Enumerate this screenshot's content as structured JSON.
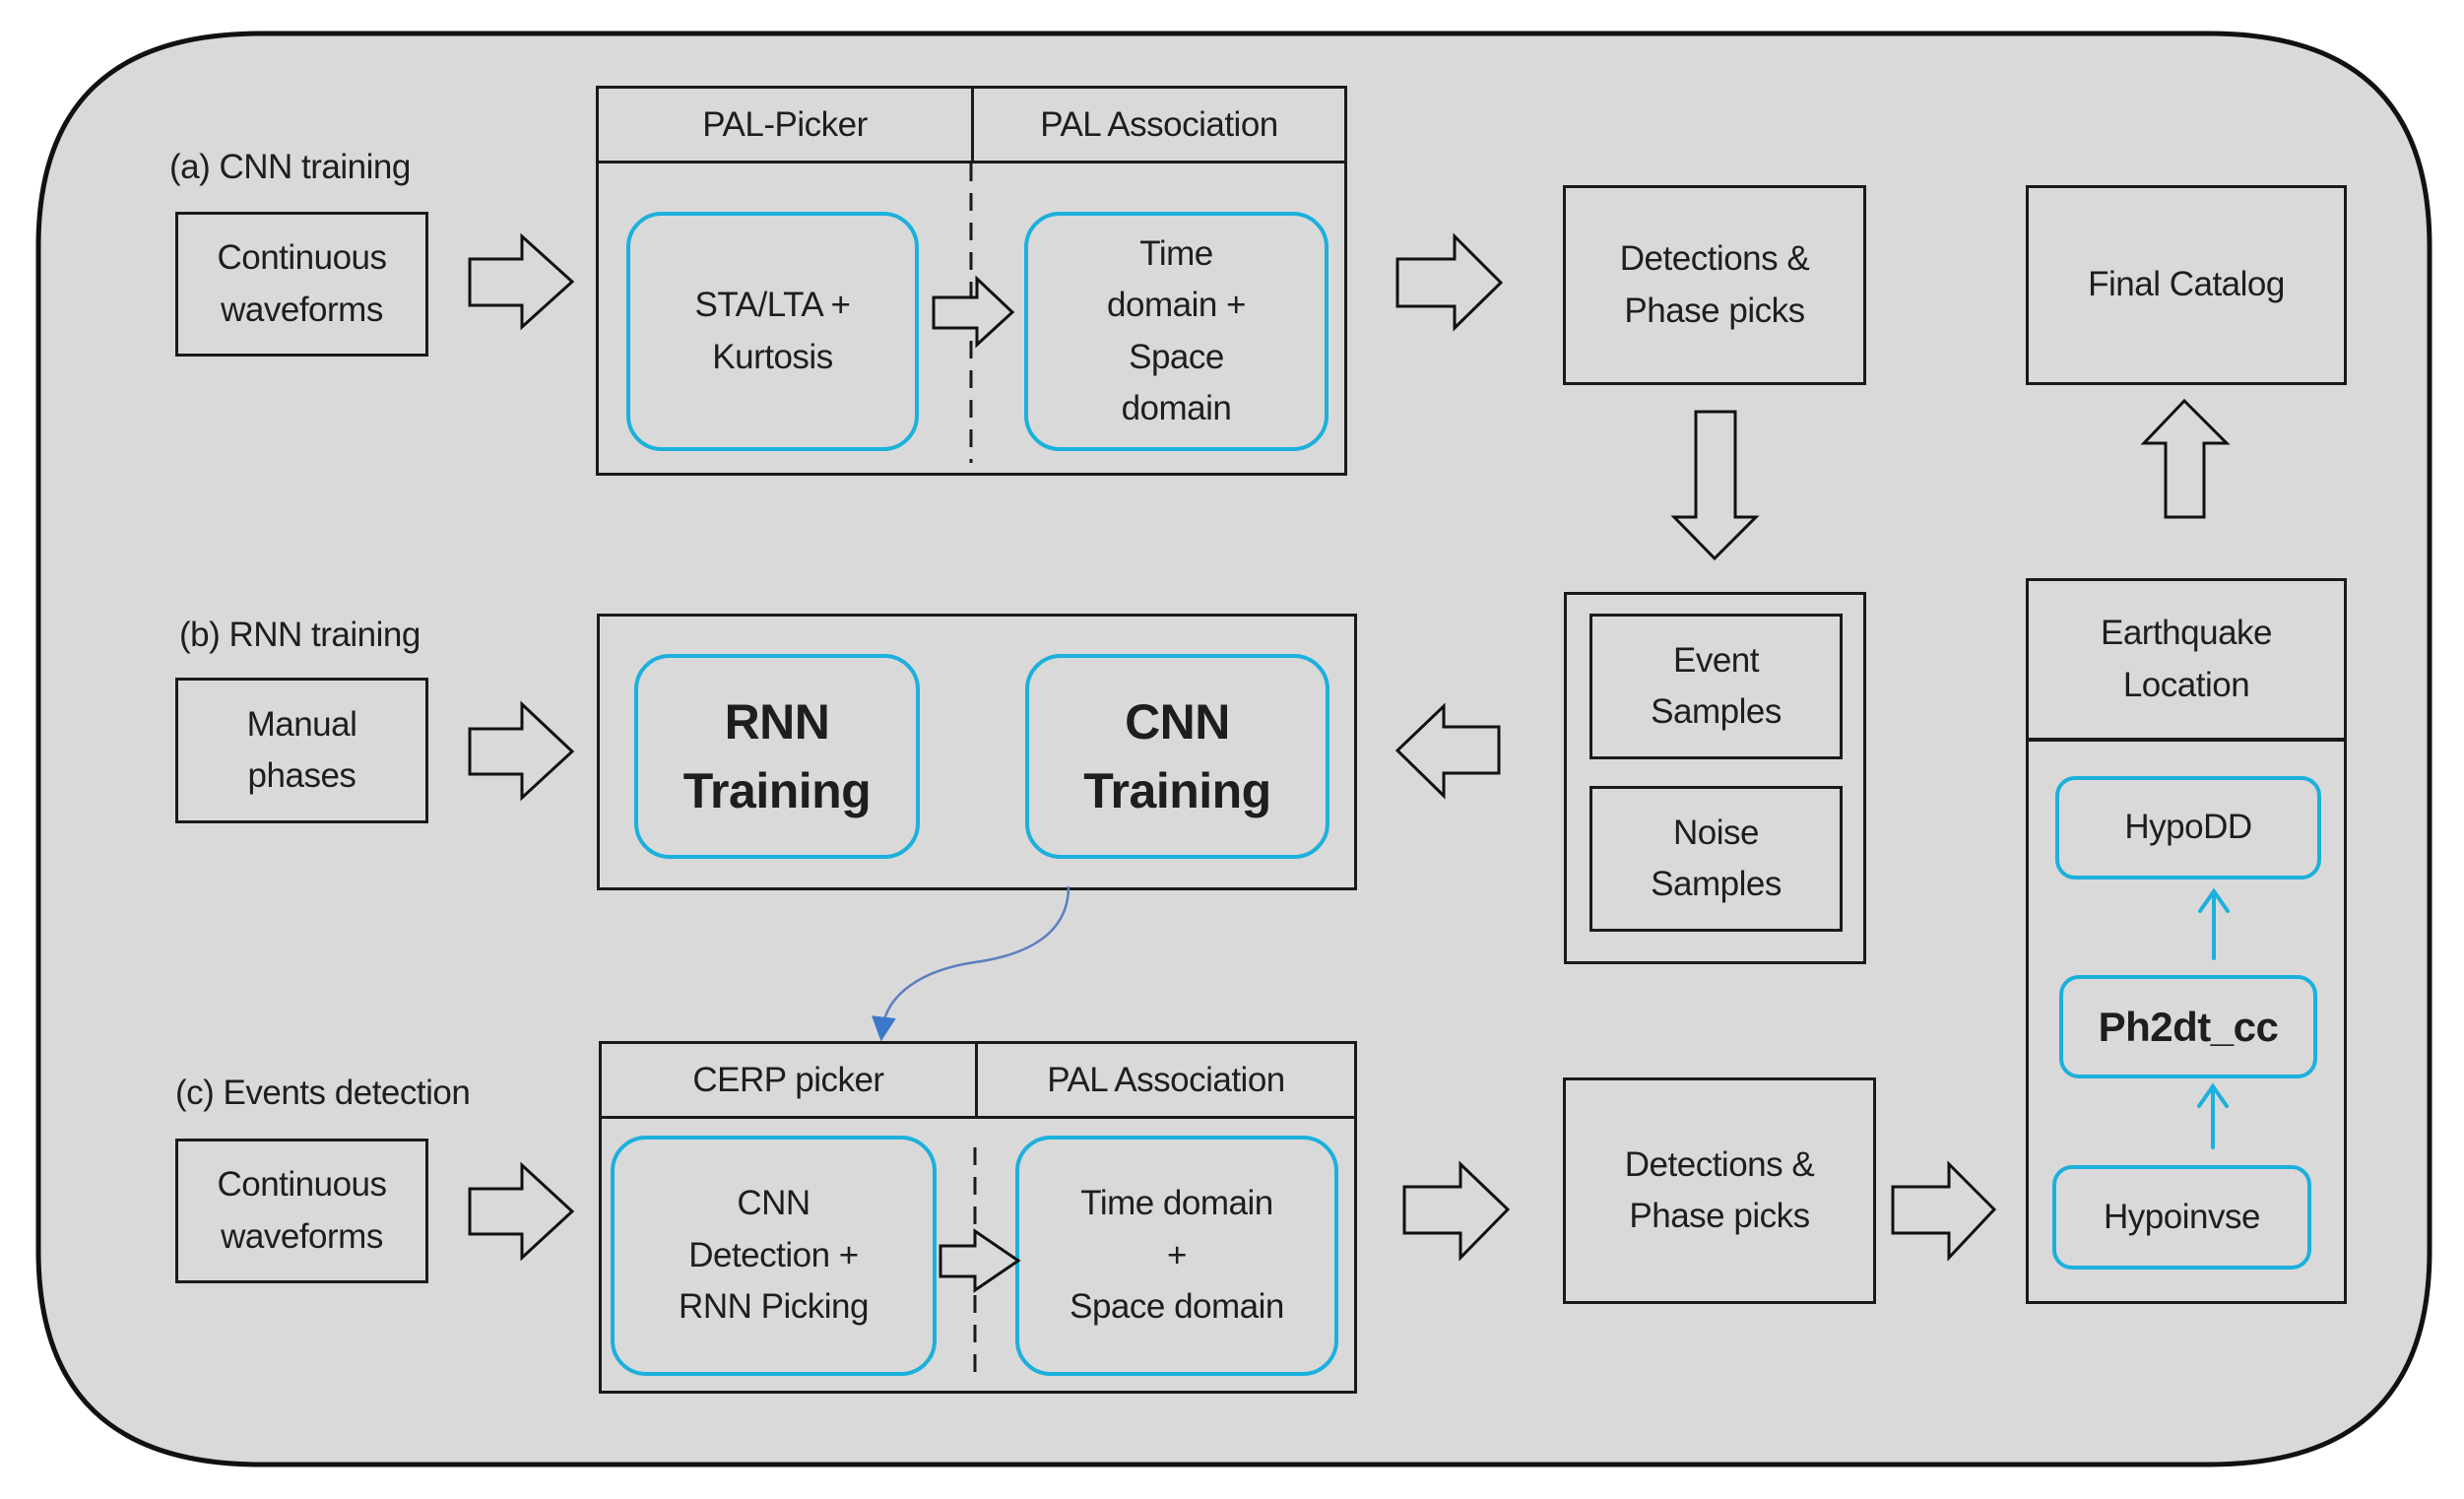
{
  "colors": {
    "frame_background": "#d9d9d9",
    "frame_border": "#111111",
    "box_border": "#1a1a1a",
    "module_border": "#1cb0dc",
    "curve_arrow": "#5b7fbf",
    "text": "#1e1e1e"
  },
  "section_a": {
    "label": "(a) CNN training",
    "input": "Continuous\nwaveforms",
    "group": {
      "header_left": "PAL-Picker",
      "header_right": "PAL Association",
      "module_left": "STA/LTA +\nKurtosis",
      "module_right": "Time\ndomain +\nSpace\ndomain"
    },
    "output": "Detections &\nPhase picks"
  },
  "samples": {
    "event": "Event\nSamples",
    "noise": "Noise\nSamples"
  },
  "section_b": {
    "label": "(b) RNN training",
    "input": "Manual\nphases",
    "module_left": "RNN\nTraining",
    "module_right": "CNN\nTraining"
  },
  "section_c": {
    "label": "(c) Events detection",
    "input": "Continuous\nwaveforms",
    "group": {
      "header_left": "CERP picker",
      "header_right": "PAL Association",
      "module_left": "CNN\nDetection +\nRNN Picking",
      "module_right": "Time domain\n+\nSpace domain"
    },
    "output": "Detections &\nPhase picks"
  },
  "location": {
    "header": "Earthquake\nLocation",
    "steps": [
      "HypoDD",
      "Ph2dt_cc",
      "Hypoinvse"
    ]
  },
  "final": {
    "label": "Final Catalog"
  },
  "icons": {
    "block_arrow": "block-arrow-icon",
    "thin_arrow": "thin-arrow-icon",
    "curved_arrow": "curved-arrow-icon"
  }
}
